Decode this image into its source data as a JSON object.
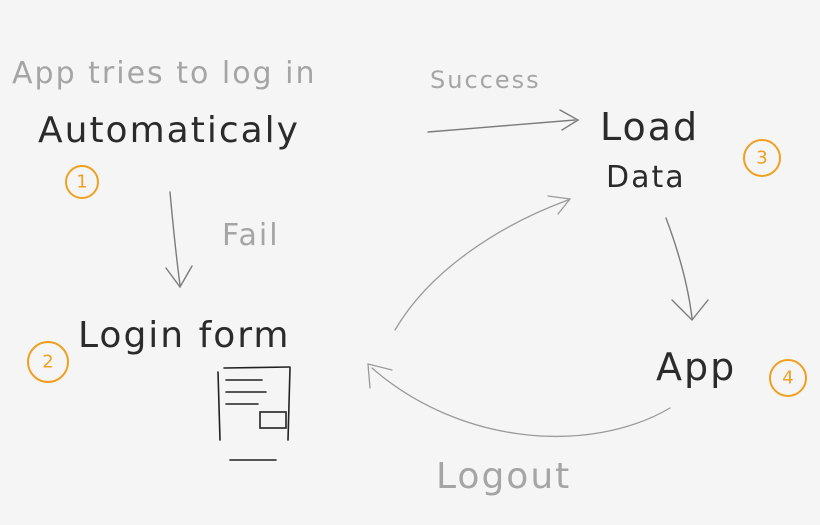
{
  "nodes": {
    "auto_login": {
      "caption": "App tries to log in",
      "label": "Automaticaly",
      "number": "1"
    },
    "login_form": {
      "label": "Login form",
      "number": "2"
    },
    "load_data": {
      "label_line1": "Load",
      "label_line2": "Data",
      "number": "3"
    },
    "app": {
      "label": "App",
      "number": "4"
    }
  },
  "edges": {
    "success": "Success",
    "fail": "Fail",
    "logout": "Logout"
  },
  "colors": {
    "background": "#f5f5f5",
    "ink": "#2b2b2b",
    "pencil": "#a5a5a5",
    "accent_orange": "#f0a020"
  }
}
